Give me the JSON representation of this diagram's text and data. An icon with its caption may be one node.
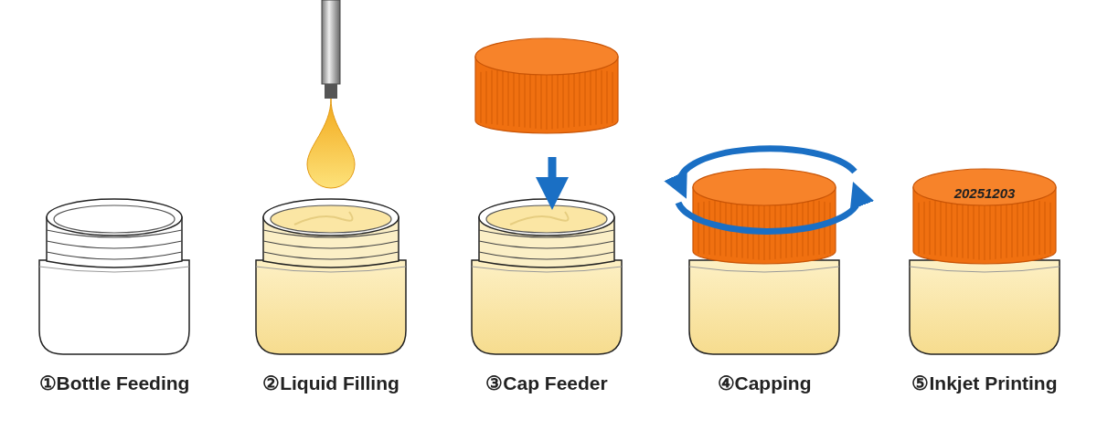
{
  "diagram": {
    "labels": [
      "20251203",
      "①Bottle Feeding",
      "②Liquid Filling",
      "③Cap Feeder",
      "④Capping",
      "⑤Inkjet Printing"
    ]
  }
}
